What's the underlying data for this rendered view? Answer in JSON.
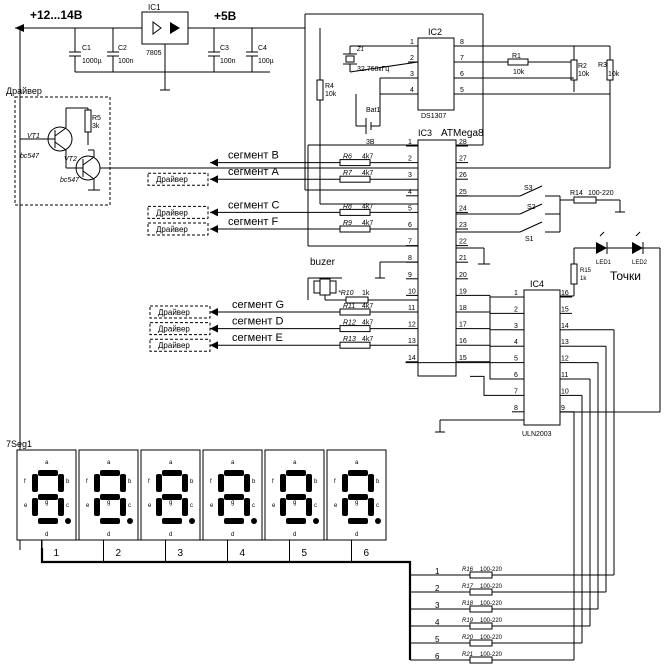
{
  "supply": {
    "vin": "+12...14В",
    "v5": "+5В"
  },
  "ic1": {
    "name": "IC1",
    "part": "7805"
  },
  "caps": [
    {
      "ref": "C1",
      "val": "1000µ"
    },
    {
      "ref": "C2",
      "val": "100n"
    },
    {
      "ref": "C3",
      "val": "100n"
    },
    {
      "ref": "C4",
      "val": "100µ"
    }
  ],
  "ic2": {
    "name": "IC2",
    "part": "DS1307",
    "pins_left": [
      "1",
      "2",
      "3",
      "4"
    ],
    "pins_right": [
      "8",
      "7",
      "6",
      "5"
    ]
  },
  "xtal": {
    "ref": "Z1",
    "val": "32.768кГц"
  },
  "bat": {
    "ref": "Bat1",
    "val": "3В"
  },
  "r_top": [
    {
      "ref": "R1",
      "val": "10k"
    },
    {
      "ref": "R2",
      "val": "10k"
    },
    {
      "ref": "R3",
      "val": "10k"
    },
    {
      "ref": "R4",
      "val": "10k"
    }
  ],
  "driver_box": {
    "title": "Драйвер",
    "vt1": "VT1",
    "vt2": "VT2",
    "vt1_part": "bc547",
    "vt2_part": "bc547",
    "r5": "R5",
    "r5_val": "3k"
  },
  "ic3": {
    "name": "IC3",
    "part": "ATMega8",
    "pins_left": [
      "1",
      "2",
      "3",
      "4",
      "5",
      "6",
      "7",
      "8",
      "9",
      "10",
      "11",
      "12",
      "13",
      "14"
    ],
    "pins_right": [
      "28",
      "27",
      "26",
      "25",
      "24",
      "23",
      "22",
      "21",
      "20",
      "19",
      "18",
      "17",
      "16",
      "15"
    ]
  },
  "segments": [
    {
      "label": "сегмент B",
      "r": "R6",
      "rv": "4k7",
      "driver": ""
    },
    {
      "label": "сегмент A",
      "r": "R7",
      "rv": "4k7",
      "driver": "Драйвер"
    },
    {
      "label": "сегмент C",
      "r": "R8",
      "rv": "4k7",
      "driver": "Драйвер"
    },
    {
      "label": "сегмент F",
      "r": "R9",
      "rv": "4k7",
      "driver": "Драйвер"
    },
    {
      "label": "сегмент G",
      "r": "R11",
      "rv": "4k7",
      "driver": "Драйвер"
    },
    {
      "label": "сегмент D",
      "r": "R12",
      "rv": "4k7",
      "driver": "Драйвер"
    },
    {
      "label": "сегмент E",
      "r": "R13",
      "rv": "4k7",
      "driver": "Драйвер"
    }
  ],
  "buzer": {
    "label": "buzer",
    "r": "*R10",
    "rv": "1k"
  },
  "switches": {
    "s1": "S1",
    "s2": "S2",
    "s3": "S3",
    "r14": "R14",
    "r14v": "100-220"
  },
  "leds": {
    "led1": "LED1",
    "led2": "LED2",
    "r15": "R15",
    "r15v": "1k",
    "label": "Точки"
  },
  "ic4": {
    "name": "IC4",
    "part": "ULN2003",
    "pins_left": [
      "1",
      "2",
      "3",
      "4",
      "5",
      "6",
      "7",
      "8"
    ],
    "pins_right": [
      "16",
      "15",
      "14",
      "13",
      "12",
      "11",
      "10",
      "9"
    ]
  },
  "display": {
    "ref": "7Seg1",
    "digits": [
      "1",
      "2",
      "3",
      "4",
      "5",
      "6"
    ],
    "seg_letters": [
      "a",
      "b",
      "c",
      "d",
      "e",
      "f",
      "g"
    ]
  },
  "digit_resistors": [
    {
      "n": "1",
      "r": "R16",
      "v": "100-220"
    },
    {
      "n": "2",
      "r": "R17",
      "v": "100-220"
    },
    {
      "n": "3",
      "r": "R18",
      "v": "100-220"
    },
    {
      "n": "4",
      "r": "R19",
      "v": "100-220"
    },
    {
      "n": "5",
      "r": "R20",
      "v": "100-220"
    },
    {
      "n": "6",
      "r": "R21",
      "v": "100-220"
    }
  ]
}
